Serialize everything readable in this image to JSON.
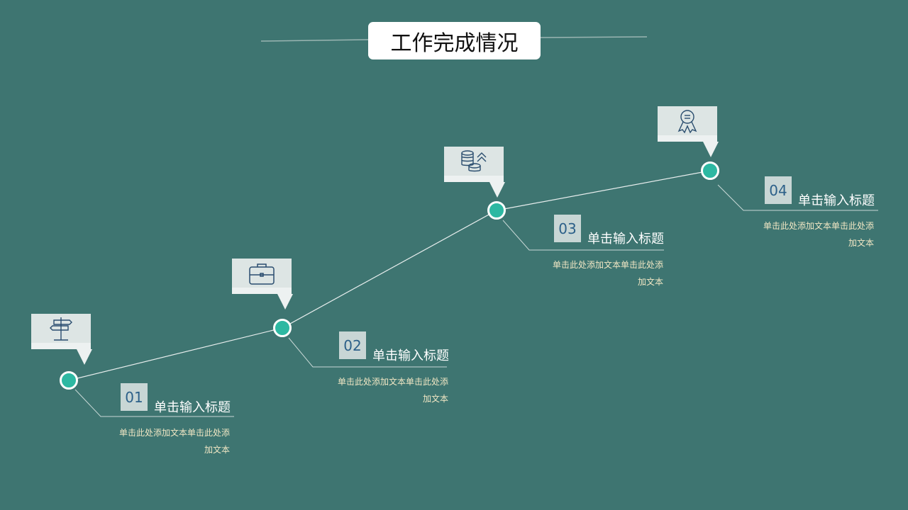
{
  "title": "工作完成情况",
  "colors": {
    "background": "#3e7571",
    "dot": "#2db8a2",
    "number_text": "#2c6089",
    "description": "#f1e7c4"
  },
  "steps": [
    {
      "number": "01",
      "title": "单击输入标题",
      "desc_line1": "单击此处添加文本单击此处添",
      "desc_line2": "加文本",
      "icon": "signpost-icon"
    },
    {
      "number": "02",
      "title": "单击输入标题",
      "desc_line1": "单击此处添加文本单击此处添",
      "desc_line2": "加文本",
      "icon": "briefcase-icon"
    },
    {
      "number": "03",
      "title": "单击输入标题",
      "desc_line1": "单击此处添加文本单击此处添",
      "desc_line2": "加文本",
      "icon": "coins-up-icon"
    },
    {
      "number": "04",
      "title": "单击输入标题",
      "desc_line1": "单击此处添加文本单击此处添",
      "desc_line2": "加文本",
      "icon": "award-ribbon-icon"
    }
  ]
}
